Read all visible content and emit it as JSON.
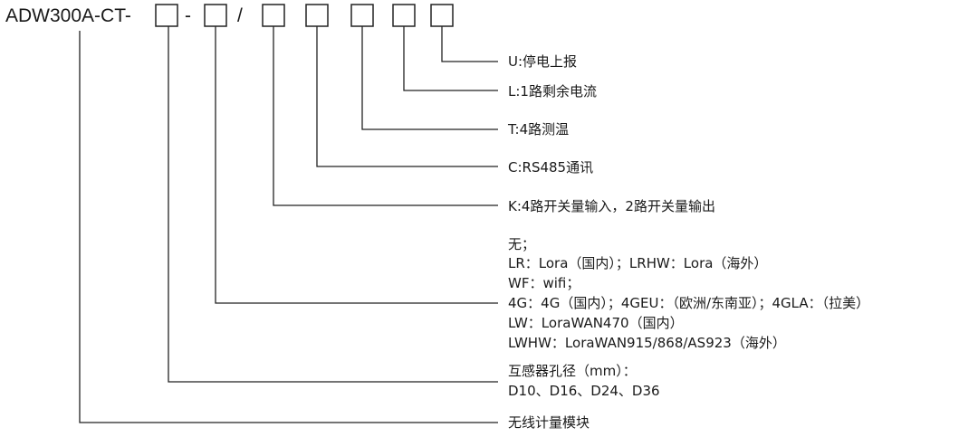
{
  "model_code": {
    "prefix": "ADW300A-CT-",
    "dash": "-",
    "slash": "/"
  },
  "annotations": {
    "U": "U:停电上报",
    "L": "L:1路剩余电流",
    "T": "T:4路测温",
    "C": "C:RS485通讯",
    "K": "K:4路开关量输入，2路开关量输出",
    "comm": [
      "无；",
      "LR：Lora（国内）；LRHW：Lora（海外）",
      "WF：wifi；",
      "4G：4G（国内）；4GEU：（欧洲/东南亚）；4GLA：（拉美）",
      "LW：LoraWAN470（国内）",
      "LWHW：LoraWAN915/868/AS923（海外）"
    ],
    "ct": [
      "互感器孔径（mm）：",
      "D10、D16、D24、D36"
    ],
    "base": "无线计量模块"
  }
}
